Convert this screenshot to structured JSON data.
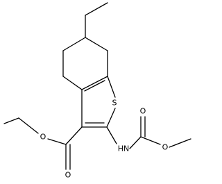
{
  "diagram": {
    "kind": "skeletal-structure",
    "background_color": "#ffffff",
    "line_color": "#000000",
    "atom_labels": {
      "sulfur": "S",
      "amine": "HN",
      "carbonyl_oxygen_ester": "O",
      "ether_oxygen_ester": "O",
      "carbonyl_oxygen_carbamate": "O",
      "ether_oxygen_carbamate": "O"
    }
  }
}
